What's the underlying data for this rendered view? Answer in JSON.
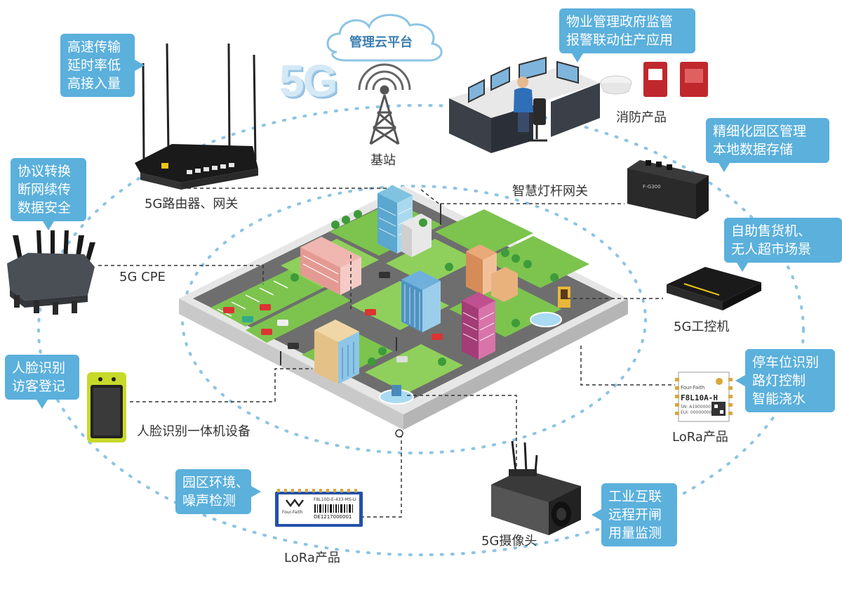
{
  "labels": {
    "big5g": "5G",
    "cloud": "管理云平台",
    "base_station": "基站",
    "router": "5G路由器、网关",
    "fire": "消防产品",
    "lamp_gateway": "智慧灯杆网关",
    "cpe": "5G CPE",
    "ipc": "5G工控机",
    "face_device": "人脸识别一体机设备",
    "lora_right": "LoRa产品",
    "lora_bottom": "LoRa产品",
    "camera": "5G摄像头"
  },
  "bubbles": {
    "router": [
      "高速传输",
      "延时率低",
      "高接入量"
    ],
    "property": [
      "物业管理政府监管",
      "报警联动住产应用"
    ],
    "storage": [
      "精细化园区管理",
      "本地数据存储"
    ],
    "protocol": [
      "协议转换",
      "断网续传",
      "数据安全"
    ],
    "vending": [
      "自助售货机、",
      "无人超市场景"
    ],
    "face": [
      "人脸识别",
      "访客登记"
    ],
    "parking": [
      "停车位识别",
      "路灯控制",
      "智能浇水"
    ],
    "env": [
      "园区环境、",
      "噪声检测"
    ],
    "industrial": [
      "工业互联",
      "远程开闸",
      "用量监测"
    ]
  },
  "module_text": {
    "lora_right_title": "F8L10A-H",
    "lora_right_brand": "Four-Faith",
    "lora_right_sn": "SN: A1900000",
    "lora_right_id": "EUI: 00000000",
    "lora_bottom_brand": "Four-Faith",
    "lora_bottom_model": "F8L10D-E-433-MS-U",
    "lora_bottom_sn": "DE1217000001",
    "router_brand": "",
    "ipc_brand": "F-G300"
  },
  "colors": {
    "bubble": "#5bb0dc",
    "ring": "#8cc4e4",
    "connector": "#333333",
    "grass": "#7cc44e",
    "road": "#5a5a5a",
    "accent_yellow": "#f0c419"
  }
}
